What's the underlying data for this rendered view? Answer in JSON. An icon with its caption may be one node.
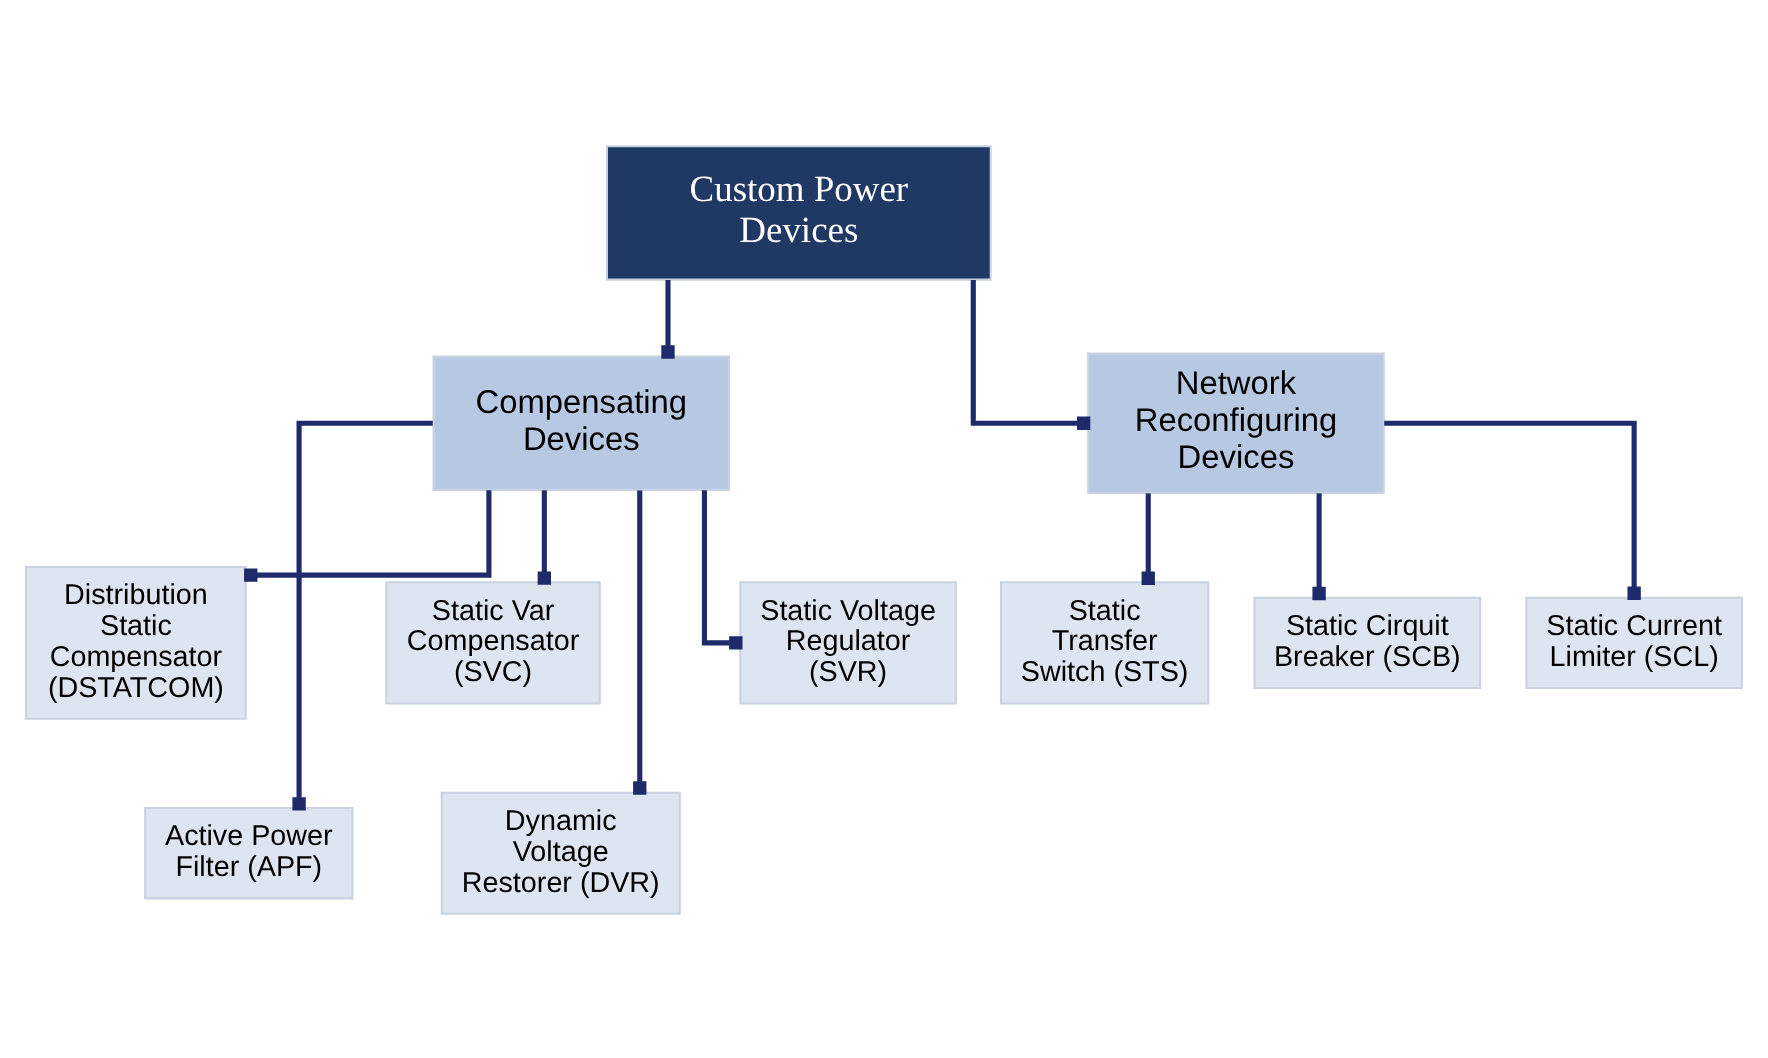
{
  "diagram": {
    "nodes": [
      {
        "text": [
          "Custom Power Devices"
        ]
      },
      {
        "text": [
          "Compensating Devices"
        ]
      },
      {
        "text": [
          "Network Reconfiguring Devices"
        ]
      },
      {
        "text": [
          "Distribution Static Compensator (DSTATCOM)"
        ]
      },
      {
        "text": [
          "Active Power Filter (APF)"
        ]
      },
      {
        "text": [
          "Static Var Compensator (SVC)"
        ]
      },
      {
        "text": [
          "Dynamic Voltage Restorer (DVR)"
        ]
      },
      {
        "text": [
          "Static Voltage Regulator (SVR)"
        ]
      },
      {
        "text": [
          "Static Transfer Switch (STS)"
        ]
      },
      {
        "text": [
          "Static Cirquit Breaker (SCB)"
        ]
      },
      {
        "text": [
          "Static Current Limiter (SCL)"
        ]
      }
    ],
    "edges": [
      {
        "from": 0,
        "to": 1,
        "arrow": "other"
      },
      {
        "from": 0,
        "to": 2,
        "arrow": "other"
      },
      {
        "from": 1,
        "to": 3,
        "arrow": "other"
      },
      {
        "from": 1,
        "to": 4,
        "arrow": "other"
      },
      {
        "from": 1,
        "to": 5,
        "arrow": "other"
      },
      {
        "from": 1,
        "to": 6,
        "arrow": "other"
      },
      {
        "from": 1,
        "to": 7,
        "arrow": "other"
      },
      {
        "from": 2,
        "to": 8,
        "arrow": "other"
      },
      {
        "from": 2,
        "to": 9,
        "arrow": "other"
      },
      {
        "from": 2,
        "to": 10,
        "arrow": "other"
      }
    ]
  }
}
